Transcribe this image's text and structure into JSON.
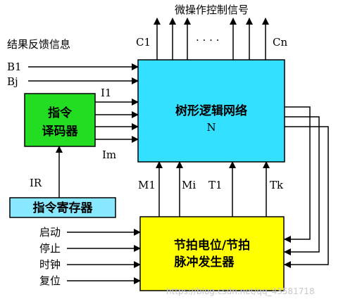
{
  "header": {
    "micro_ops_title": "微操作控制信号",
    "feedback_title": "结果反馈信息"
  },
  "signals": {
    "c1": "C1",
    "dots": "· · · ·",
    "cn": "Cn",
    "b1": "B1",
    "bj": "Bj",
    "i1": "I1",
    "im": "Im",
    "ir": "IR",
    "m1": "M1",
    "mi": "Mi",
    "t1": "T1",
    "tk": "Tk"
  },
  "blocks": {
    "decoder_line1": "指令",
    "decoder_line2": "译码器",
    "register": "指令寄存器",
    "logic_line1": "树形逻辑网络",
    "logic_line2": "N",
    "timing_line1": "节拍电位/节拍",
    "timing_line2": "脉冲发生器"
  },
  "inputs": {
    "start": "启动",
    "stop": "停止",
    "clock": "时钟",
    "reset": "复位"
  },
  "watermark": "https://blog.csdn.net/qq_43581718",
  "colors": {
    "logic_fill": "#33e0ff",
    "decoder_fill": "#22dd22",
    "register_fill": "#88e8ff",
    "timing_fill": "#ffff00"
  }
}
